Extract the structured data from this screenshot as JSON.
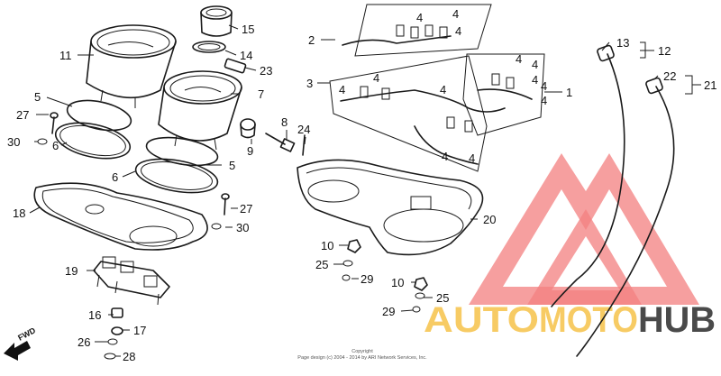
{
  "callouts": {
    "c1": "1",
    "c2": "2",
    "c3": "3",
    "c4a": "4",
    "c4b": "4",
    "c4c": "4",
    "c4d": "4",
    "c4e": "4",
    "c4f": "4",
    "c4g": "4",
    "c4h": "4",
    "c4i": "4",
    "c4j": "4",
    "c4k": "4",
    "c4l": "4",
    "c4m": "4",
    "c5a": "5",
    "c5b": "5",
    "c6a": "6",
    "c6b": "6",
    "c7": "7",
    "c8": "8",
    "c9": "9",
    "c10a": "10",
    "c10b": "10",
    "c11": "11",
    "c12": "12",
    "c13": "13",
    "c14": "14",
    "c15": "15",
    "c16": "16",
    "c17": "17",
    "c18": "18",
    "c19": "19",
    "c20": "20",
    "c21": "21",
    "c22": "22",
    "c23": "23",
    "c24": "24",
    "c25a": "25",
    "c25b": "25",
    "c26": "26",
    "c27a": "27",
    "c27b": "27",
    "c28": "28",
    "c29a": "29",
    "c29b": "29",
    "c30a": "30",
    "c30b": "30"
  },
  "fwd_label": "FWD",
  "copyright": {
    "line1": "Copyright",
    "line2": "Page design (c) 2004 - 2014 by ARI Network Services, Inc."
  },
  "watermark": {
    "word1": "AUTO",
    "word2": "MOTO",
    "word3": "HUB",
    "colors": {
      "triangle": "#f26a6a",
      "auto": "#f6c24a",
      "moto": "#f6c24a",
      "hub": "#2b2b2b"
    }
  }
}
